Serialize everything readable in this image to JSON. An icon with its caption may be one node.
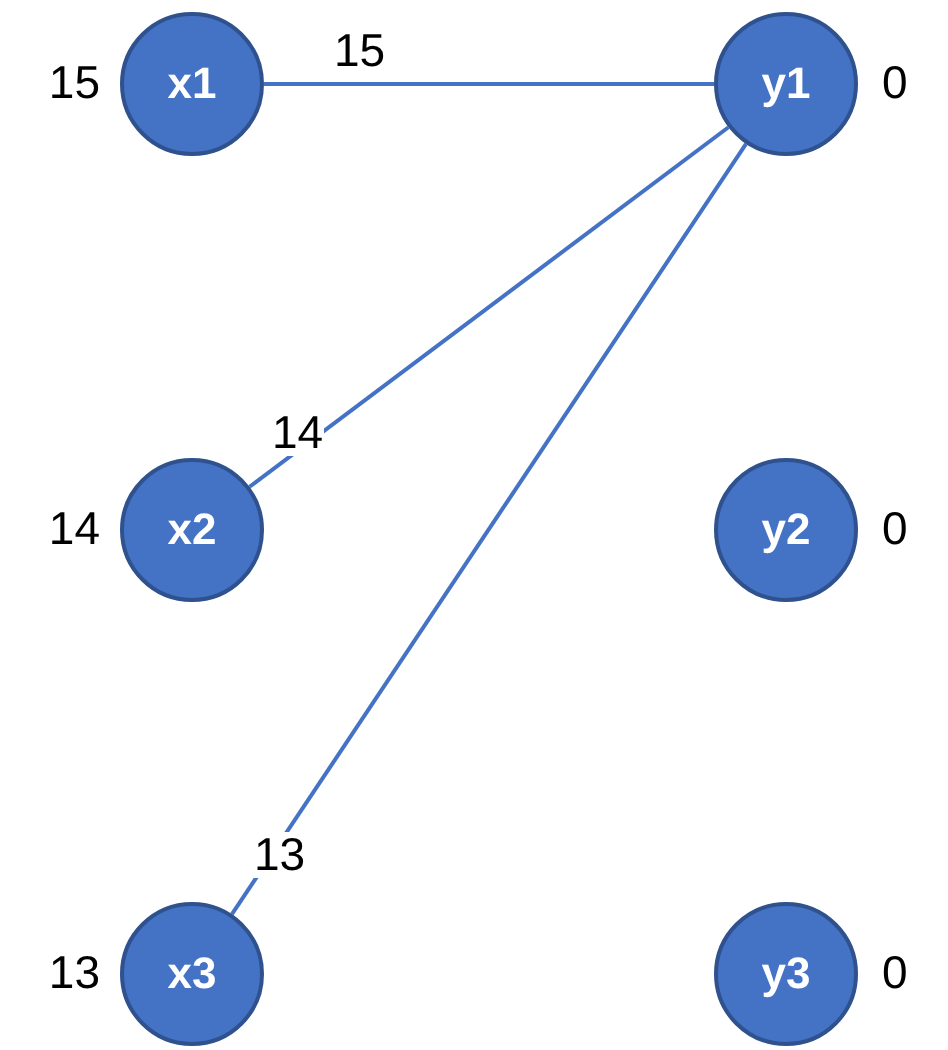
{
  "diagram": {
    "nodes": [
      {
        "text": [
          "x1"
        ],
        "beside": [
          "15"
        ]
      },
      {
        "text": [
          "y1"
        ],
        "beside": [
          "0"
        ]
      },
      {
        "text": [
          "x2"
        ],
        "beside": [
          "14"
        ]
      },
      {
        "text": [
          "y2"
        ],
        "beside": [
          "0"
        ]
      },
      {
        "text": [
          "x3"
        ],
        "beside": [
          "13"
        ]
      },
      {
        "text": [
          "y3"
        ],
        "beside": [
          "0"
        ]
      }
    ],
    "edges": [
      {
        "from": 0,
        "to": 1,
        "arrow": "none",
        "label": "15"
      },
      {
        "from": 2,
        "to": 1,
        "arrow": "none",
        "label": "14"
      },
      {
        "from": 4,
        "to": 1,
        "arrow": "none",
        "label": "13"
      }
    ]
  }
}
